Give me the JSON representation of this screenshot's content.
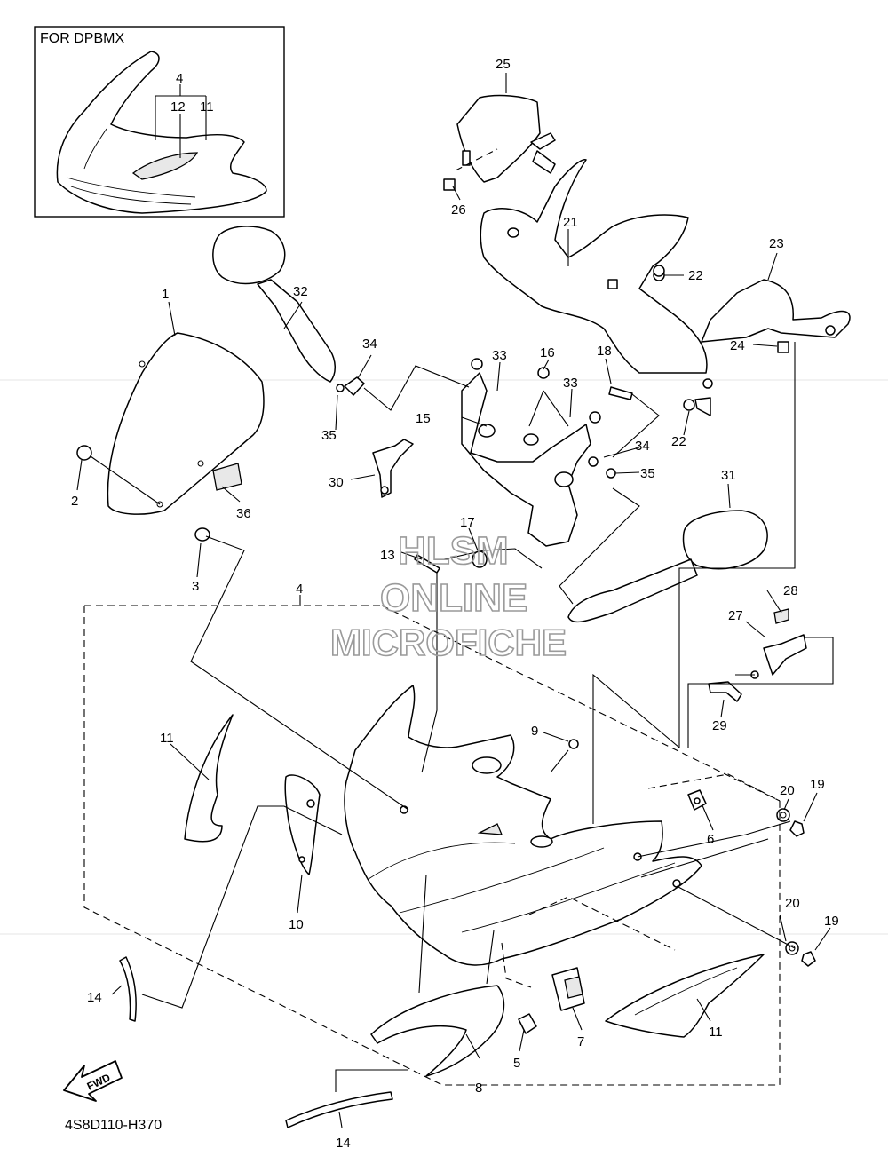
{
  "diagram": {
    "inset_title": "FOR DPBMX",
    "inset_labels": [
      "4",
      "12",
      "11"
    ],
    "callouts": [
      "1",
      "2",
      "3",
      "4",
      "5",
      "6",
      "7",
      "8",
      "9",
      "10",
      "11",
      "11",
      "11",
      "13",
      "14",
      "14",
      "15",
      "16",
      "17",
      "18",
      "19",
      "19",
      "20",
      "20",
      "21",
      "22",
      "22",
      "23",
      "24",
      "25",
      "26",
      "27",
      "28",
      "29",
      "30",
      "31",
      "32",
      "33",
      "33",
      "34",
      "34",
      "35",
      "35",
      "36"
    ],
    "fwd_label": "FWD",
    "diagram_code": "4S8D110-H370",
    "watermark": [
      "HLSM",
      "ONLINE",
      "MICROFICHE"
    ]
  }
}
